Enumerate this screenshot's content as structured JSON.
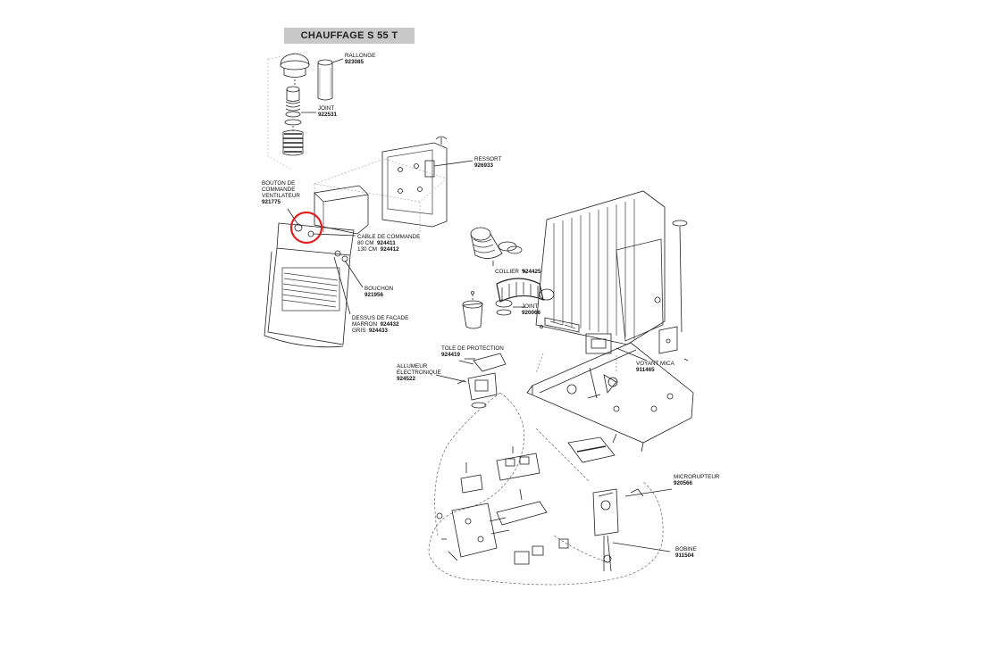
{
  "title": "CHAUFFAGE S 55 T",
  "parts": {
    "rallonge": {
      "name": "RALLONGE",
      "ref": "923085"
    },
    "joint_top": {
      "name": "JOINT",
      "ref": "922531"
    },
    "ressort": {
      "name": "RESSORT",
      "ref": "926933"
    },
    "bouton": {
      "name_1": "BOUTON DE",
      "name_2": "COMMANDE",
      "name_3": "VENTILATEUR",
      "ref": "921775"
    },
    "cable": {
      "name": "CABLE DE COMMANDE",
      "opt1": "80 CM",
      "ref1": "924411",
      "opt2": "130 CM",
      "ref2": "924412"
    },
    "bouchon": {
      "name": "BOUCHON",
      "ref": "921956"
    },
    "dessus": {
      "name": "DESSUS DE FACADE",
      "opt1": "MARRON",
      "ref1": "924432",
      "opt2": "GRIS",
      "ref2": "924433"
    },
    "collier": {
      "name": "COLLIER",
      "ref": "924425"
    },
    "joint_mid": {
      "name": "JOINT",
      "ref": "920066"
    },
    "tole": {
      "name": "TOLE DE PROTECTION",
      "ref": "924419"
    },
    "allumeur": {
      "name_1": "ALLUMEUR",
      "name_2": "ELECTRONIQUE",
      "ref": "924522"
    },
    "voyant": {
      "name": "VOYANT MICA",
      "ref": "911465"
    },
    "microrupteur": {
      "name": "MICRORUPTEUR",
      "ref": "920566"
    },
    "bobine": {
      "name": "BOBINE",
      "ref": "911504"
    }
  },
  "colors": {
    "highlight": "#e02020",
    "line": "#222222",
    "title_bg": "#c8c8c8"
  }
}
